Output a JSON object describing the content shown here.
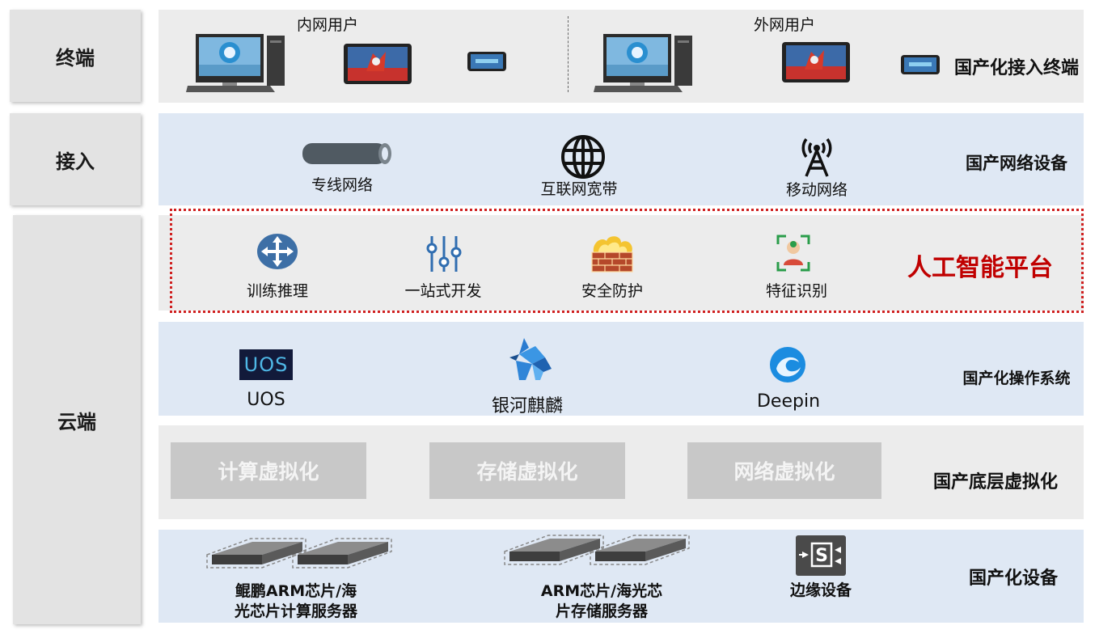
{
  "layers": {
    "terminal": "终端",
    "access": "接入",
    "cloud": "云端"
  },
  "terminal_band": {
    "intranet_users": "内网用户",
    "extranet_users": "外网用户",
    "right_title": "国产化接入终端"
  },
  "access_band": {
    "items": [
      "专线网络",
      "互联网宽带",
      "移动网络"
    ],
    "icons": [
      "pipe-icon",
      "globe-icon",
      "antenna-icon"
    ],
    "right_title": "国产网络设备"
  },
  "ai_band": {
    "items": [
      "训练推理",
      "一站式开发",
      "安全防护",
      "特征识别"
    ],
    "icons": [
      "router-arrows-icon",
      "sliders-icon",
      "firewall-icon",
      "face-recognition-icon"
    ],
    "right_title": "人工智能平台",
    "accent_color": "#c00000"
  },
  "os_band": {
    "logo_text": "UOS",
    "items": [
      "UOS",
      "银河麒麟",
      "Deepin"
    ],
    "right_title": "国产化操作系统"
  },
  "virt_band": {
    "items": [
      "计算虚拟化",
      "存储虚拟化",
      "网络虚拟化"
    ],
    "right_title": "国产底层虚拟化"
  },
  "device_band": {
    "server1_line1": "鲲鹏ARM芯片/海",
    "server1_line2": "光芯片计算服务器",
    "server2_line1": "ARM芯片/海光芯",
    "server2_line2": "片存储服务器",
    "edge": "边缘设备",
    "edge_icon_letter": "S",
    "right_title": "国产化设备"
  }
}
